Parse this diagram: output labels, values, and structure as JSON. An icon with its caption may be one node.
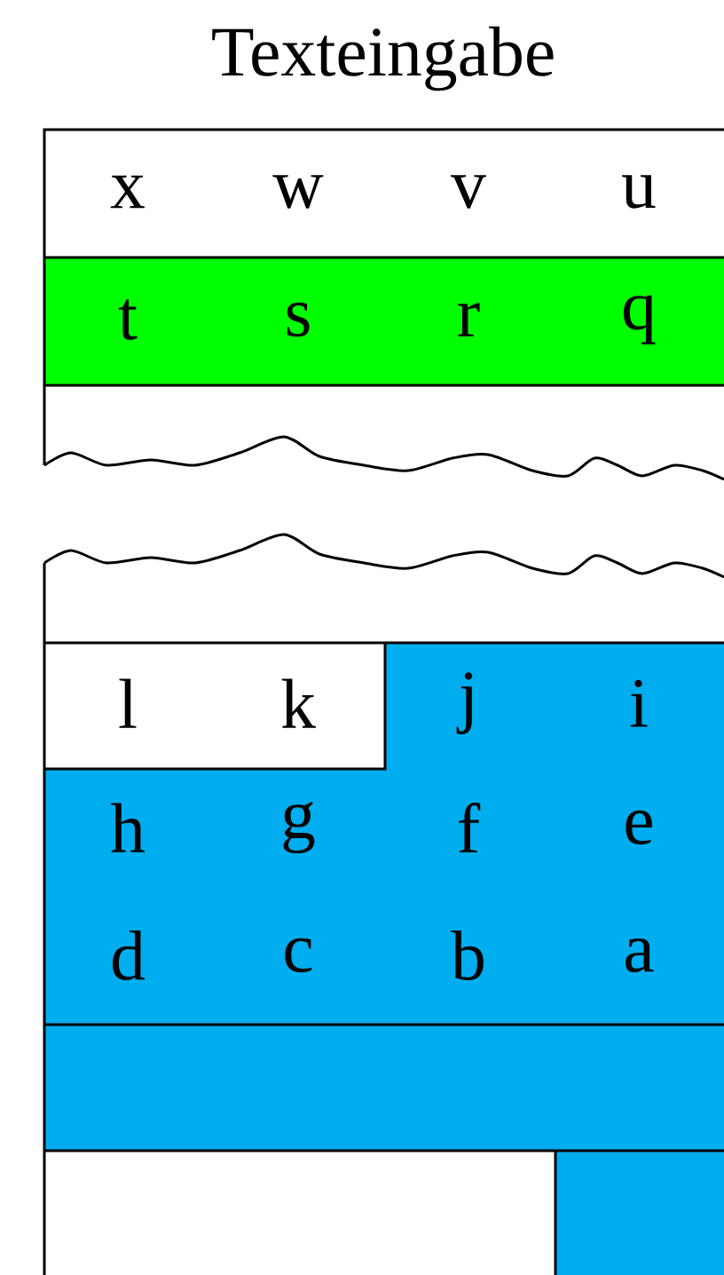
{
  "diagram": {
    "title": "Texteingabe",
    "labels": [
      "x",
      "w",
      "v",
      "u",
      "t",
      "s",
      "r",
      "q",
      "l",
      "k",
      "j",
      "i",
      "h",
      "g",
      "f",
      "e",
      "d",
      "c",
      "b",
      "a"
    ]
  }
}
